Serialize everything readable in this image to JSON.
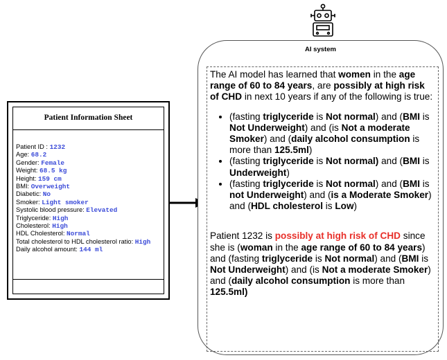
{
  "sheet": {
    "title": "Patient Information Sheet",
    "rows": [
      {
        "label": "Patient ID : ",
        "value": "1232"
      },
      {
        "label": "Age: ",
        "value": "68.2"
      },
      {
        "label": "Gender: ",
        "value": "Female"
      },
      {
        "label": "Weight: ",
        "value": "68.5 kg"
      },
      {
        "label": "Height: ",
        "value": "159 cm"
      },
      {
        "label": "BMI: ",
        "value": "Overweight"
      },
      {
        "label": "Diabetic: ",
        "value": "No"
      },
      {
        "label": "Smoker: ",
        "value": "Light smoker"
      },
      {
        "label": "Systolic blood pressure: ",
        "value": "Elevated"
      },
      {
        "label": "Triglyceride: ",
        "value": "High"
      },
      {
        "label": "Cholesterol: ",
        "value": "High"
      },
      {
        "label": "HDL Cholesterol: ",
        "value": "Normal"
      },
      {
        "label": "Total cholesterol to HDL cholesterol ratio: ",
        "value": "High"
      },
      {
        "label": "Daily alcohol amount: ",
        "value": "144 ml"
      }
    ]
  },
  "ai": {
    "label": "AI system",
    "intro": [
      {
        "t": "The AI model has learned that "
      },
      {
        "t": "women",
        "b": true
      },
      {
        "t": " in the "
      },
      {
        "t": "age range of 60 to 84 years",
        "b": true
      },
      {
        "t": ", are "
      },
      {
        "t": "possibly at high risk of CHD",
        "b": true
      },
      {
        "t": " in next 10 years if any of the following is true:"
      }
    ],
    "rules": [
      [
        {
          "t": "(fasting "
        },
        {
          "t": "triglyceride",
          "b": true
        },
        {
          "t": " is "
        },
        {
          "t": "Not normal",
          "b": true
        },
        {
          "t": ") and ("
        },
        {
          "t": "BMI",
          "b": true
        },
        {
          "t": " is "
        },
        {
          "t": "Not Underweight",
          "b": true
        },
        {
          "t": ") and (is "
        },
        {
          "t": "Not a moderate Smoker",
          "b": true
        },
        {
          "t": ") and ("
        },
        {
          "t": "daily alcohol consumption",
          "b": true
        },
        {
          "t": " is more than "
        },
        {
          "t": "125.5ml",
          "b": true
        },
        {
          "t": ")"
        }
      ],
      [
        {
          "t": "(fasting "
        },
        {
          "t": "triglyceride",
          "b": true
        },
        {
          "t": " is "
        },
        {
          "t": "Not normal)",
          "b": true
        },
        {
          "t": " and ("
        },
        {
          "t": "BMI",
          "b": true
        },
        {
          "t": " is "
        },
        {
          "t": "Underweight",
          "b": true
        },
        {
          "t": ")"
        }
      ],
      [
        {
          "t": "(fasting "
        },
        {
          "t": "triglyceride",
          "b": true
        },
        {
          "t": " is "
        },
        {
          "t": "Not normal",
          "b": true
        },
        {
          "t": ") and ("
        },
        {
          "t": "BMI",
          "b": true
        },
        {
          "t": " is "
        },
        {
          "t": "not Underweight",
          "b": true
        },
        {
          "t": ") and ("
        },
        {
          "t": "is a Moderate Smoker",
          "b": true
        },
        {
          "t": ") and ("
        },
        {
          "t": "HDL cholesterol",
          "b": true
        },
        {
          "t": " is "
        },
        {
          "t": "Low",
          "b": true
        },
        {
          "t": ")"
        }
      ]
    ],
    "conclusion": [
      {
        "t": "Patient 1232 is "
      },
      {
        "t": "possibly at high risk of CHD",
        "red": true
      },
      {
        "t": " since she is ("
      },
      {
        "t": "woman",
        "b": true
      },
      {
        "t": " in the "
      },
      {
        "t": "age range of 60 to 84 years",
        "b": true
      },
      {
        "t": ") and (fasting "
      },
      {
        "t": "triglyceride",
        "b": true
      },
      {
        "t": " is "
      },
      {
        "t": "Not normal",
        "b": true
      },
      {
        "t": ") and ("
      },
      {
        "t": "BMI",
        "b": true
      },
      {
        "t": " is "
      },
      {
        "t": "Not Underweight",
        "b": true
      },
      {
        "t": ") and (is "
      },
      {
        "t": "Not a moderate Smoker",
        "b": true
      },
      {
        "t": ") and ("
      },
      {
        "t": "daily alcohol consumption",
        "b": true
      },
      {
        "t": " is more than "
      },
      {
        "t": "125.5ml)",
        "b": true
      }
    ]
  },
  "colors": {
    "value_text": "#3b4bd8",
    "risk_text": "#e8302a"
  },
  "icons": {
    "robot": "robot-icon",
    "arrow": "arrow-right-icon"
  }
}
